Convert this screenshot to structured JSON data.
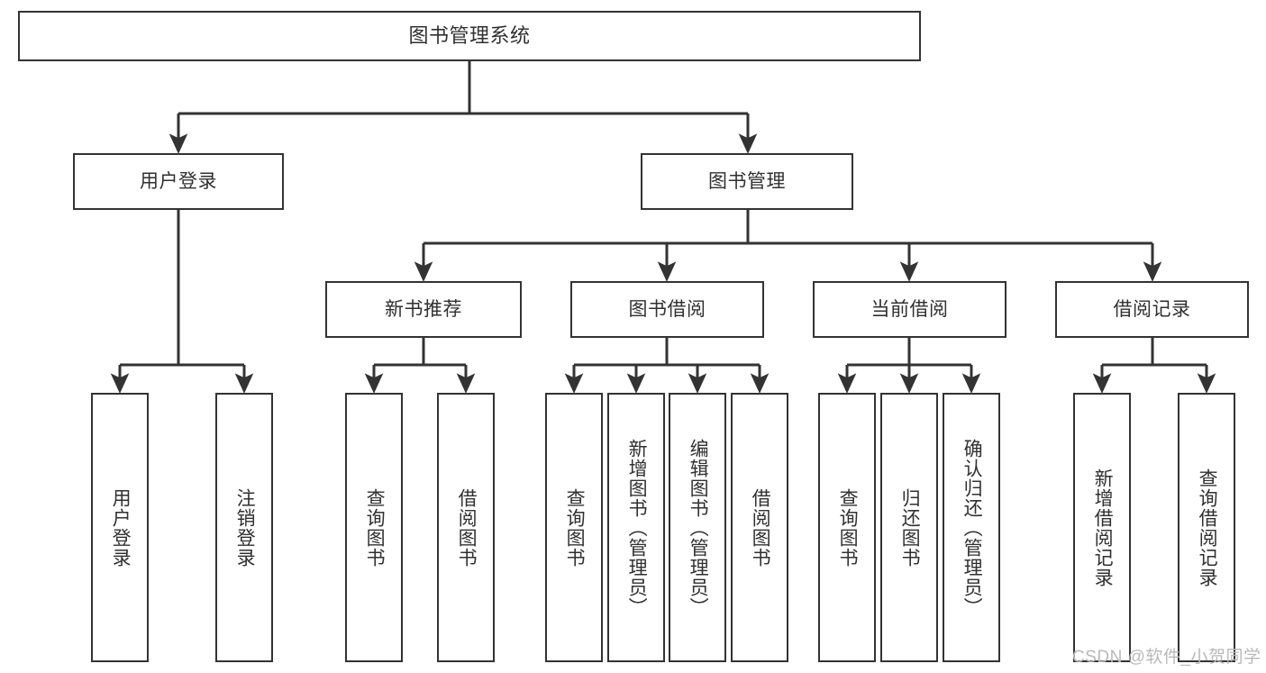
{
  "diagram": {
    "title": "图书管理系统",
    "type": "tree-hierarchy-chart",
    "orientation": "top-down",
    "colors": {
      "box_border": "#333333",
      "box_fill": "#ffffff",
      "text": "#303030",
      "edge": "#333333",
      "watermark": "#b9b9b9",
      "background": "#ffffff"
    }
  },
  "nodes": {
    "root": {
      "label": "图书管理系统",
      "level": 1
    },
    "level2": [
      {
        "id": "user-login",
        "label": "用户登录"
      },
      {
        "id": "book-management",
        "label": "图书管理"
      }
    ],
    "level3": [
      {
        "id": "new-book-recommend",
        "label": "新书推荐"
      },
      {
        "id": "book-borrow",
        "label": "图书借阅"
      },
      {
        "id": "current-borrow",
        "label": "当前借阅"
      },
      {
        "id": "borrow-record",
        "label": "借阅记录"
      }
    ],
    "leaves": {
      "user-login": [
        {
          "id": "leaf-user-login",
          "label": "用户登录"
        },
        {
          "id": "leaf-logout-login",
          "label": "注销登录"
        }
      ],
      "new-book-recommend": [
        {
          "id": "leaf-query-book-1",
          "label": "查询图书"
        },
        {
          "id": "leaf-borrow-book-1",
          "label": "借阅图书"
        }
      ],
      "book-borrow": [
        {
          "id": "leaf-query-book-2",
          "label": "查询图书"
        },
        {
          "id": "leaf-add-book-admin",
          "label": "新增图书（管理员）"
        },
        {
          "id": "leaf-edit-book-admin",
          "label": "编辑图书（管理员）"
        },
        {
          "id": "leaf-borrow-book-2",
          "label": "借阅图书"
        }
      ],
      "current-borrow": [
        {
          "id": "leaf-query-book-3",
          "label": "查询图书"
        },
        {
          "id": "leaf-return-book",
          "label": "归还图书"
        },
        {
          "id": "leaf-confirm-return-admin",
          "label": "确认归还（管理员）"
        }
      ],
      "borrow-record": [
        {
          "id": "leaf-add-borrow-record",
          "label": "新增借阅记录"
        },
        {
          "id": "leaf-query-borrow-record",
          "label": "查询借阅记录"
        }
      ]
    }
  },
  "watermark": {
    "text": "CSDN @软件_小贺同学"
  }
}
